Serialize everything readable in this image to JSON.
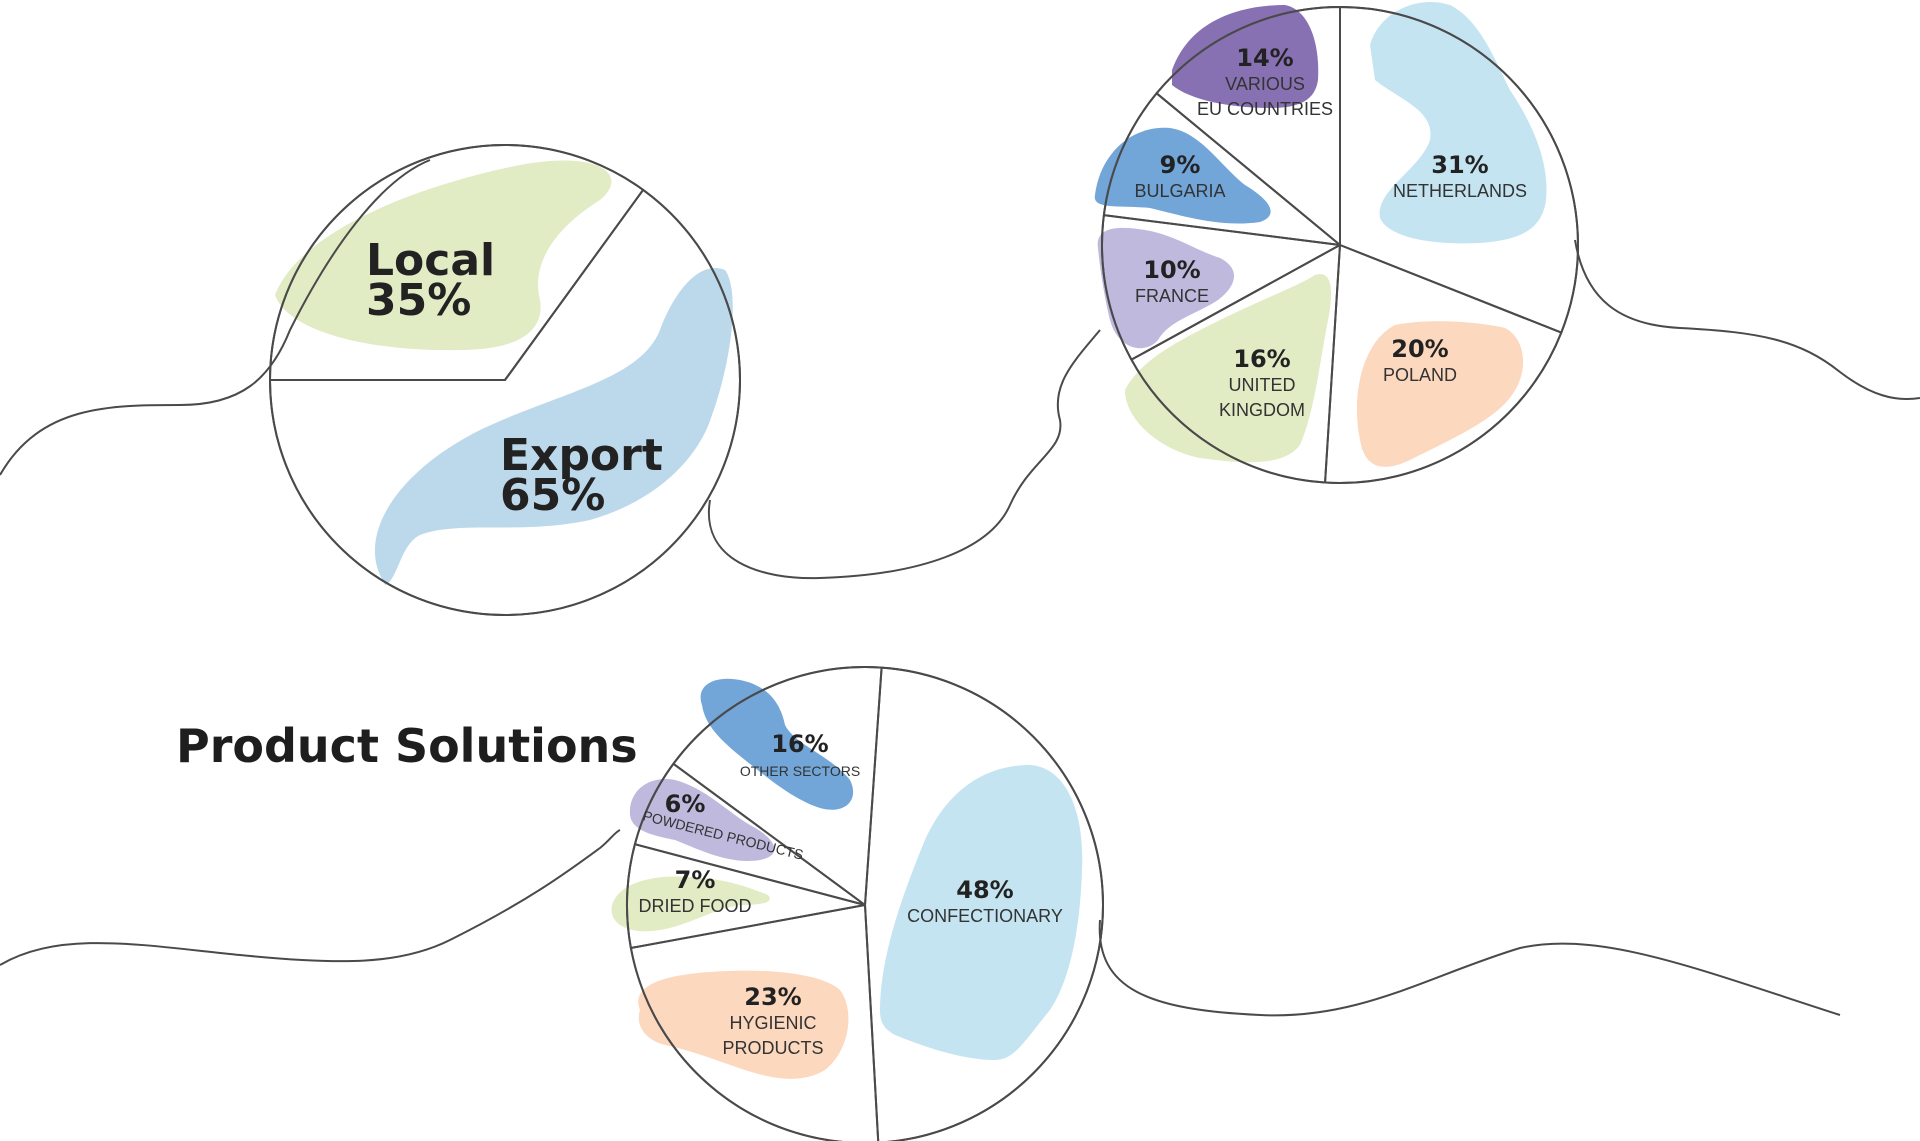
{
  "colors": {
    "green": "#e1ebc4",
    "light_blue": "#c4e4f1",
    "mid_blue": "#bcd9ec",
    "blue": "#72a6d8",
    "purple": "#8771b3",
    "lavender": "#beb9dd",
    "peach": "#fcd8bf",
    "line": "#4a4a4a"
  },
  "page_title": "Product Solutions",
  "chart_data": [
    {
      "type": "pie",
      "slices": [
        {
          "label": "Local",
          "value": 35,
          "value_label": "35%"
        },
        {
          "label": "Export",
          "value": 65,
          "value_label": "65%"
        }
      ]
    },
    {
      "type": "pie",
      "slices": [
        {
          "label_lines": [
            "NETHERLANDS"
          ],
          "value": 31,
          "value_label": "31%"
        },
        {
          "label_lines": [
            "POLAND"
          ],
          "value": 20,
          "value_label": "20%"
        },
        {
          "label_lines": [
            "UNITED",
            "KINGDOM"
          ],
          "value": 16,
          "value_label": "16%"
        },
        {
          "label_lines": [
            "FRANCE"
          ],
          "value": 10,
          "value_label": "10%"
        },
        {
          "label_lines": [
            "BULGARIA"
          ],
          "value": 9,
          "value_label": "9%"
        },
        {
          "label_lines": [
            "VARIOUS",
            "EU COUNTRIES"
          ],
          "value": 14,
          "value_label": "14%"
        }
      ]
    },
    {
      "type": "pie",
      "title": "Product Solutions",
      "slices": [
        {
          "label_lines": [
            "CONFECTIONARY"
          ],
          "value": 48,
          "value_label": "48%"
        },
        {
          "label_lines": [
            "HYGIENIC",
            "PRODUCTS"
          ],
          "value": 23,
          "value_label": "23%"
        },
        {
          "label_lines": [
            "DRIED FOOD"
          ],
          "value": 7,
          "value_label": "7%"
        },
        {
          "label_lines": [
            "POWDERED PRODUCTS"
          ],
          "value": 6,
          "value_label": "6%"
        },
        {
          "label_lines": [
            "OTHER SECTORS"
          ],
          "value": 16,
          "value_label": "16%"
        }
      ]
    }
  ]
}
